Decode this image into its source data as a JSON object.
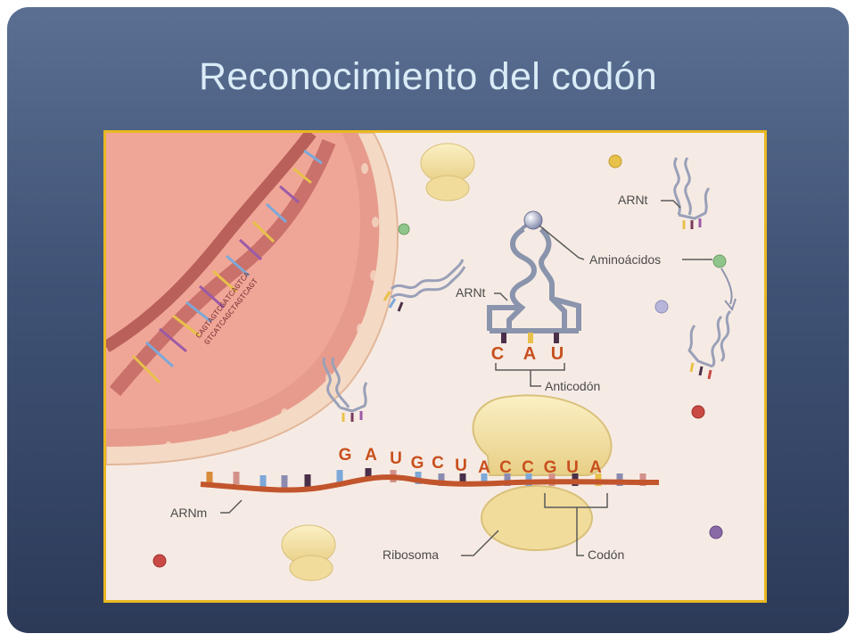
{
  "slide": {
    "title": "Reconocimiento del codón"
  },
  "diagram": {
    "labels": {
      "trna_top": "ARNt",
      "aminoacids": "Aminoácidos",
      "trna_center": "ARNt",
      "anticodon": "Anticodón",
      "mrna": "ARNm",
      "ribosome": "Ribosoma",
      "codon": "Codón"
    },
    "anticodon_bases": [
      "C",
      "A",
      "U"
    ],
    "mrna_bases": [
      "G",
      "A",
      "U",
      "G",
      "C",
      "U",
      "A",
      "C",
      "C",
      "G",
      "U",
      "A"
    ],
    "colors": {
      "background_top": "#5a6f92",
      "background_bottom": "#2c3a58",
      "title": "#d9ecf7",
      "frame_border": "#e9b821",
      "base_letters": "#c8501e",
      "ribosome": "#f1dc9c",
      "mrna_strand": "#c2552c"
    }
  }
}
